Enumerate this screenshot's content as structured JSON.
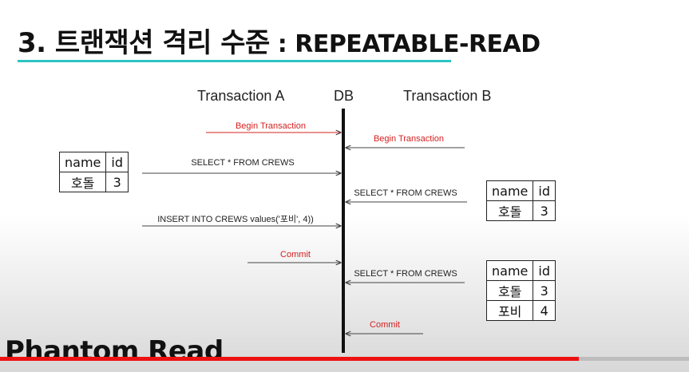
{
  "slide": {
    "title_main": "3. 트랜잭션 격리 수준",
    "title_sep": " : ",
    "title_level": "REPEATABLE-READ",
    "col_a": "Transaction A",
    "col_db": "DB",
    "col_b": "Transaction B",
    "footer": "Phantom Read"
  },
  "messages": [
    {
      "text": "Begin Transaction",
      "color": "#d42020"
    },
    {
      "text": "Begin Transaction",
      "color": "#d42020"
    },
    {
      "text": "SELECT * FROM CREWS",
      "color": "#222222"
    },
    {
      "text": "SELECT * FROM CREWS",
      "color": "#222222"
    },
    {
      "text": "INSERT INTO CREWS values('포비', 4))",
      "color": "#222222"
    },
    {
      "text": "Commit",
      "color": "#d42020"
    },
    {
      "text": "SELECT * FROM CREWS",
      "color": "#222222"
    },
    {
      "text": "Commit",
      "color": "#d42020"
    }
  ],
  "tables": [
    {
      "headers": [
        "name",
        "id"
      ],
      "rows": [
        [
          "호돌",
          "3"
        ]
      ]
    },
    {
      "headers": [
        "name",
        "id"
      ],
      "rows": [
        [
          "호돌",
          "3"
        ]
      ]
    },
    {
      "headers": [
        "name",
        "id"
      ],
      "rows": [
        [
          "호돌",
          "3"
        ],
        [
          "포비",
          "4"
        ]
      ]
    }
  ],
  "video": {
    "progress": 0.84,
    "accent": "#ee1111"
  }
}
